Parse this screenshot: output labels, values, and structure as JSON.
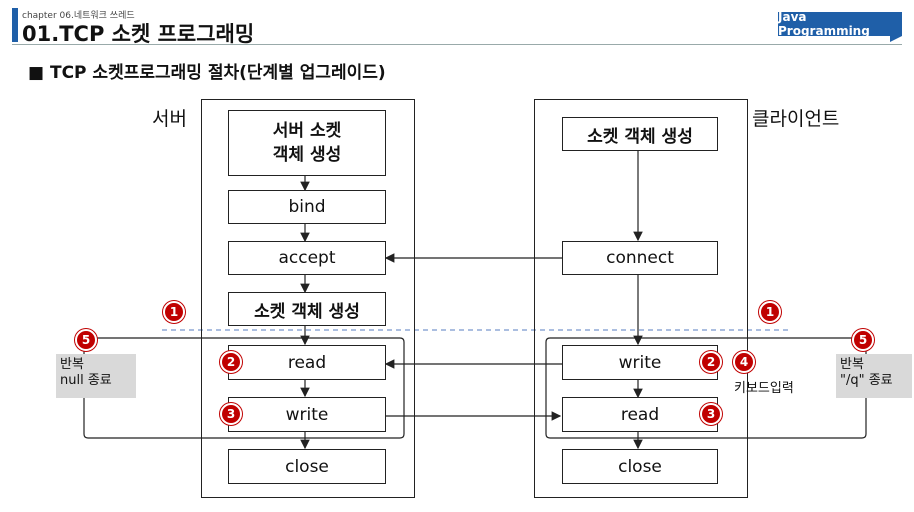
{
  "header": {
    "chapter": "chapter 06.네트워크 쓰레드",
    "title": "01.TCP 소켓 프로그래밍",
    "badge": "Java Programming"
  },
  "subtitle": "■ TCP 소켓프로그래밍 절차(단계별 업그레이드)",
  "server": {
    "label": "서버",
    "steps": [
      "서버 소켓\n객체 생성",
      "bind",
      "accept",
      "소켓 객체 생성",
      "read",
      "write",
      "close"
    ]
  },
  "client": {
    "label": "클라이언트",
    "steps": [
      "소켓 객체 생성",
      "connect",
      "write",
      "read",
      "close"
    ]
  },
  "markers": {
    "one": "1",
    "two": "2",
    "three": "3",
    "four": "4",
    "five": "5"
  },
  "notes": {
    "server_loop": "반복\nnull 종료",
    "client_loop": "반복\n\"/q\" 종료",
    "keyboard": "키보드입력"
  },
  "colors": {
    "accent": "#1f5fa8",
    "marker": "#c00000",
    "dashed": "#8fa9d6",
    "note_bg": "#d9d9d9"
  }
}
